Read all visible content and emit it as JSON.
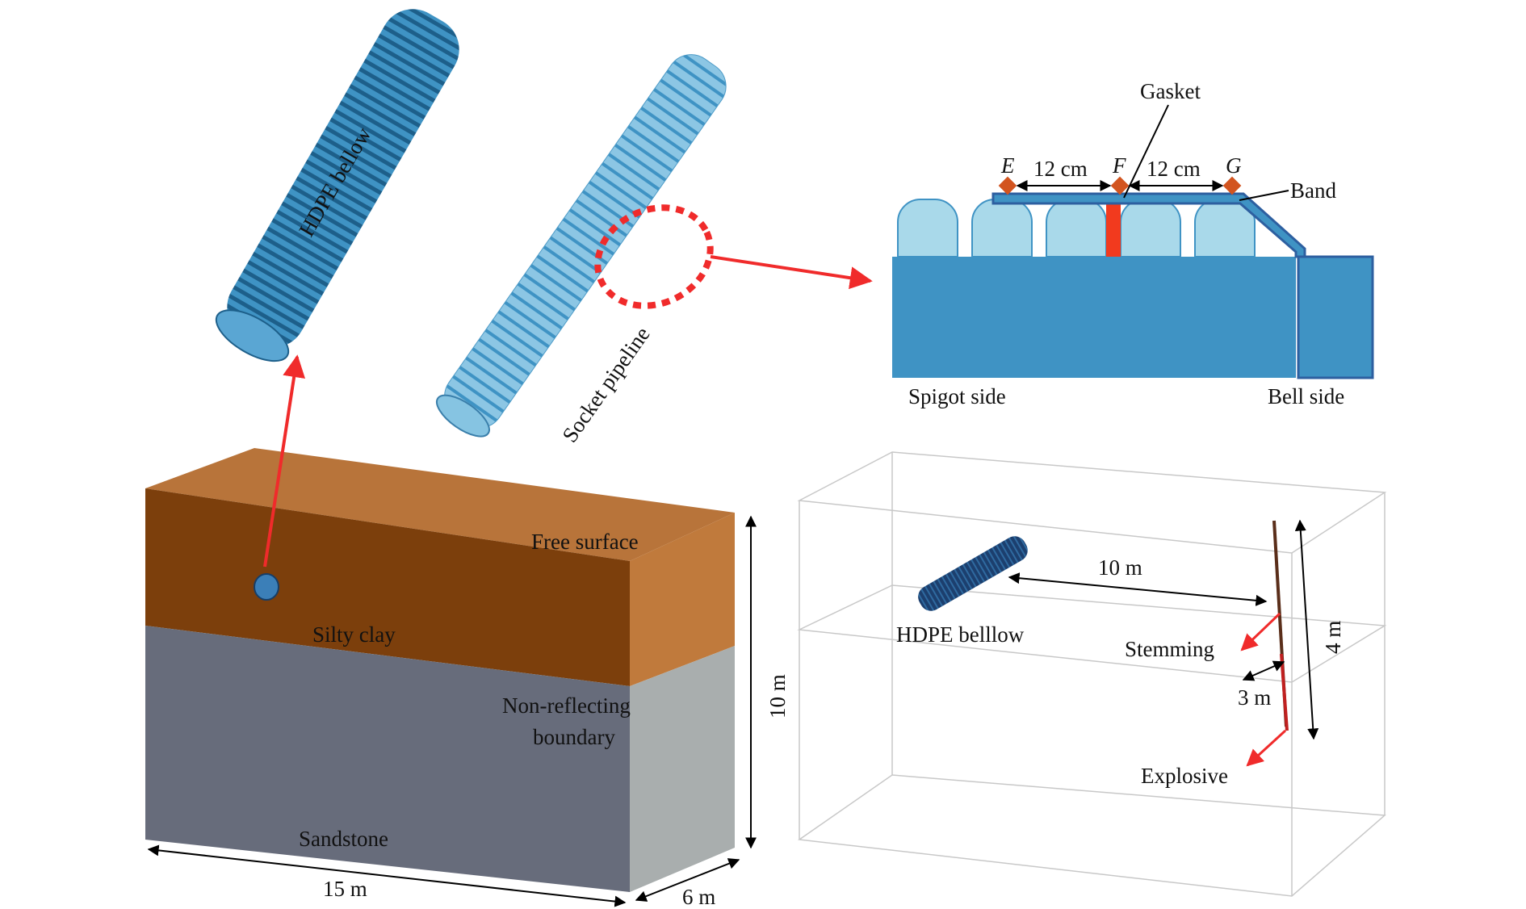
{
  "labels": {
    "hdpe_bellow": "HDPE bellow",
    "socket_pipeline": "Socket pipeline",
    "gasket": "Gasket",
    "band": "Band",
    "point_e": "E",
    "point_f": "F",
    "point_g": "G",
    "dim_ef": "12 cm",
    "dim_fg": "12 cm",
    "spigot_side": "Spigot side",
    "bell_side": "Bell side",
    "free_surface": "Free surface",
    "silty_clay": "Silty clay",
    "non_reflecting_1": "Non-reflecting",
    "non_reflecting_2": "boundary",
    "sandstone": "Sandstone",
    "dim_length": "15 m",
    "dim_width": "6 m",
    "dim_height": "10 m",
    "dim_distance": "10 m",
    "hdpe_belllow": "HDPE belllow",
    "stemming": "Stemming",
    "explosive": "Explosive",
    "dim_charge": "4 m",
    "dim_depth": "3 m"
  },
  "colors": {
    "pipe": "#3f93c4",
    "pipe_light": "#8cc6e4",
    "pipe_dark": "#1d5f8a",
    "clay_front": "#7c3f0c",
    "clay_top": "#b8743a",
    "clay_side": "#c07a3c",
    "sand_front": "#676c7b",
    "sand_side": "#a9aeae",
    "joint_body": "#3f93c4",
    "joint_corrugation": "#a9d9ea",
    "joint_outline": "#2d5fa0",
    "gasket": "#f23a1e",
    "point_marker": "#d2541f",
    "arrow_red": "#f02b2b"
  }
}
